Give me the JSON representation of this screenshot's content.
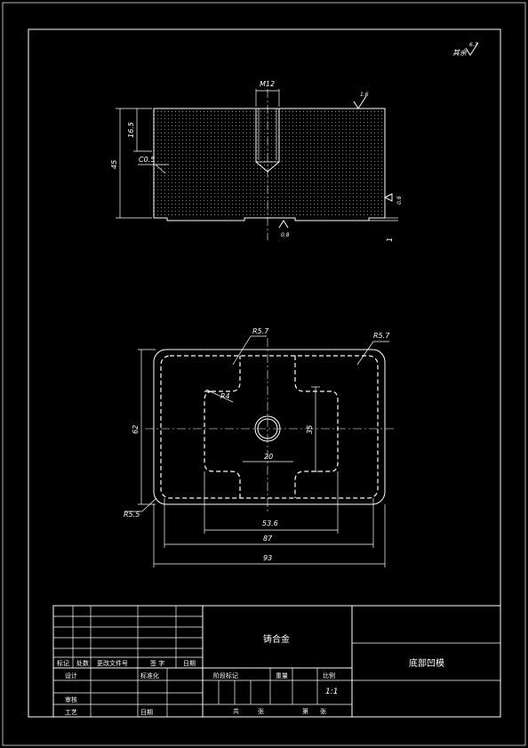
{
  "roughness": {
    "prefix": "其余",
    "value": "6.3"
  },
  "front_view": {
    "thread": "M12",
    "depth_dim": "16.5",
    "height_dim": "45",
    "chamfer": "C0.5",
    "roughness_top": "1.6",
    "roughness_side": "0.8",
    "roughness_bottom": "0.8",
    "step_dim": "1"
  },
  "top_view": {
    "radius_a": "R5.7",
    "radius_b": "R5.7",
    "radius_c": "R4",
    "radius_d": "R5.5",
    "height_dim": "62",
    "inner_height_dim": "35",
    "inner_width_dim": "20",
    "slot_width_dim": "53.6",
    "inner_outer_dim": "87",
    "overall_width_dim": "93"
  },
  "title_block": {
    "material": "铸合金",
    "part_name": "底部凹模",
    "labels": {
      "mark": "标记",
      "count": "处数",
      "change_doc": "更改文件号",
      "sign": "签 字",
      "date": "日期",
      "design": "设计",
      "standardize": "标准化",
      "review": "审核",
      "process": "工艺",
      "date2": "日期",
      "stage_mark": "阶段标记",
      "weight": "重量",
      "scale": "比例",
      "total": "共",
      "sheets": "张",
      "page": "第",
      "sheet": "张"
    },
    "scale_value": "1:1"
  }
}
